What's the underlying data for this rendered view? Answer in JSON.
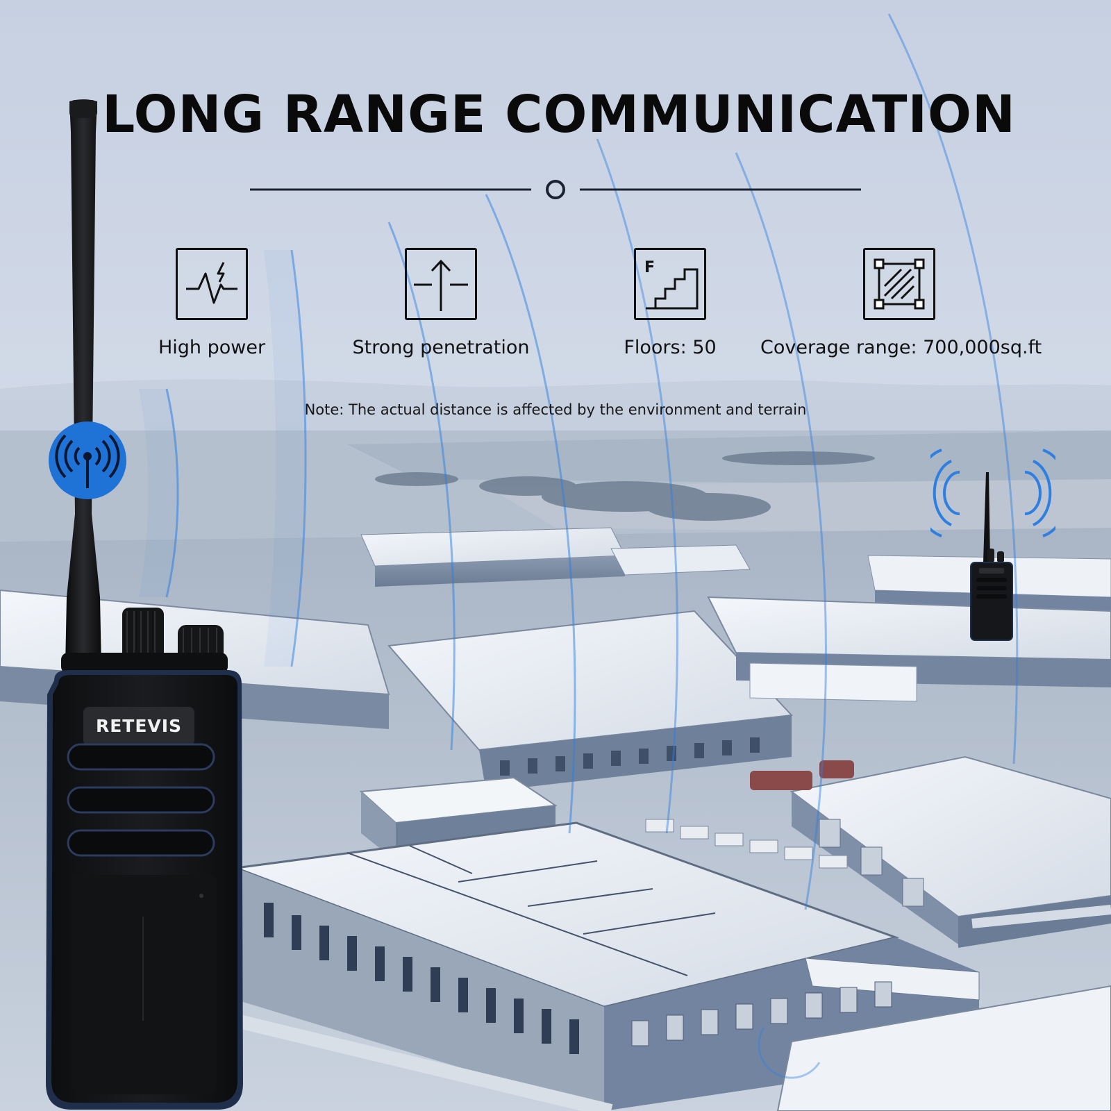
{
  "headline": "LONG RANGE COMMUNICATION",
  "features": [
    {
      "label": "High power",
      "icon": "high-power-icon"
    },
    {
      "label": "Strong penetration",
      "icon": "penetration-icon"
    },
    {
      "label": "Floors: 50",
      "icon": "floors-icon",
      "icon_letter": "F"
    },
    {
      "label": "Coverage range: 700,000sq.ft",
      "icon": "coverage-icon"
    }
  ],
  "note": "Note: The actual distance is affected by the environment and terrain",
  "brand": "RETEVIS",
  "colors": {
    "accent_blue": "#1f73d6",
    "wave_blue": "#2e7fe0",
    "text_dark": "#0a0a0a",
    "radio_body": "#141516"
  }
}
